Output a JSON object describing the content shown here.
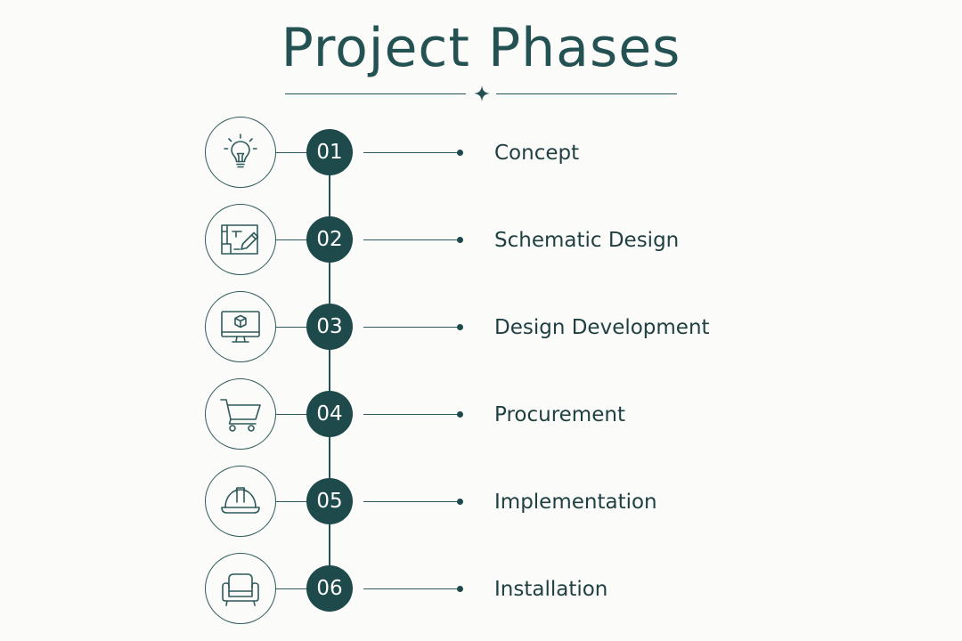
{
  "title": "Project Phases",
  "colors": {
    "primary": "#1e4a4b",
    "line": "#2f5a5b",
    "background": "#fbfbfa"
  },
  "phases": [
    {
      "number": "01",
      "label": "Concept",
      "icon": "lightbulb-icon"
    },
    {
      "number": "02",
      "label": "Schematic Design",
      "icon": "blueprint-pencil-icon"
    },
    {
      "number": "03",
      "label": "Design Development",
      "icon": "monitor-cube-icon"
    },
    {
      "number": "04",
      "label": "Procurement",
      "icon": "shopping-cart-icon"
    },
    {
      "number": "05",
      "label": "Implementation",
      "icon": "hard-hat-icon"
    },
    {
      "number": "06",
      "label": "Installation",
      "icon": "armchair-icon"
    }
  ]
}
